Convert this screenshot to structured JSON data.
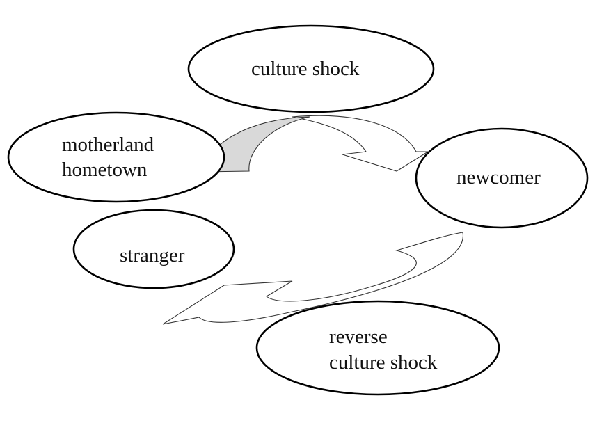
{
  "nodes": {
    "culture_shock": {
      "label": "culture shock"
    },
    "motherland": {
      "line1": "motherland",
      "line2": "hometown"
    },
    "newcomer": {
      "label": "newcomer"
    },
    "stranger": {
      "label": "stranger"
    },
    "reverse_culture_shock": {
      "line1": "reverse",
      "line2": "culture shock"
    }
  },
  "edges": [
    {
      "from": "motherland",
      "to": "newcomer",
      "via": "culture shock"
    },
    {
      "from": "newcomer",
      "to": "stranger",
      "via": "reverse culture shock"
    }
  ]
}
